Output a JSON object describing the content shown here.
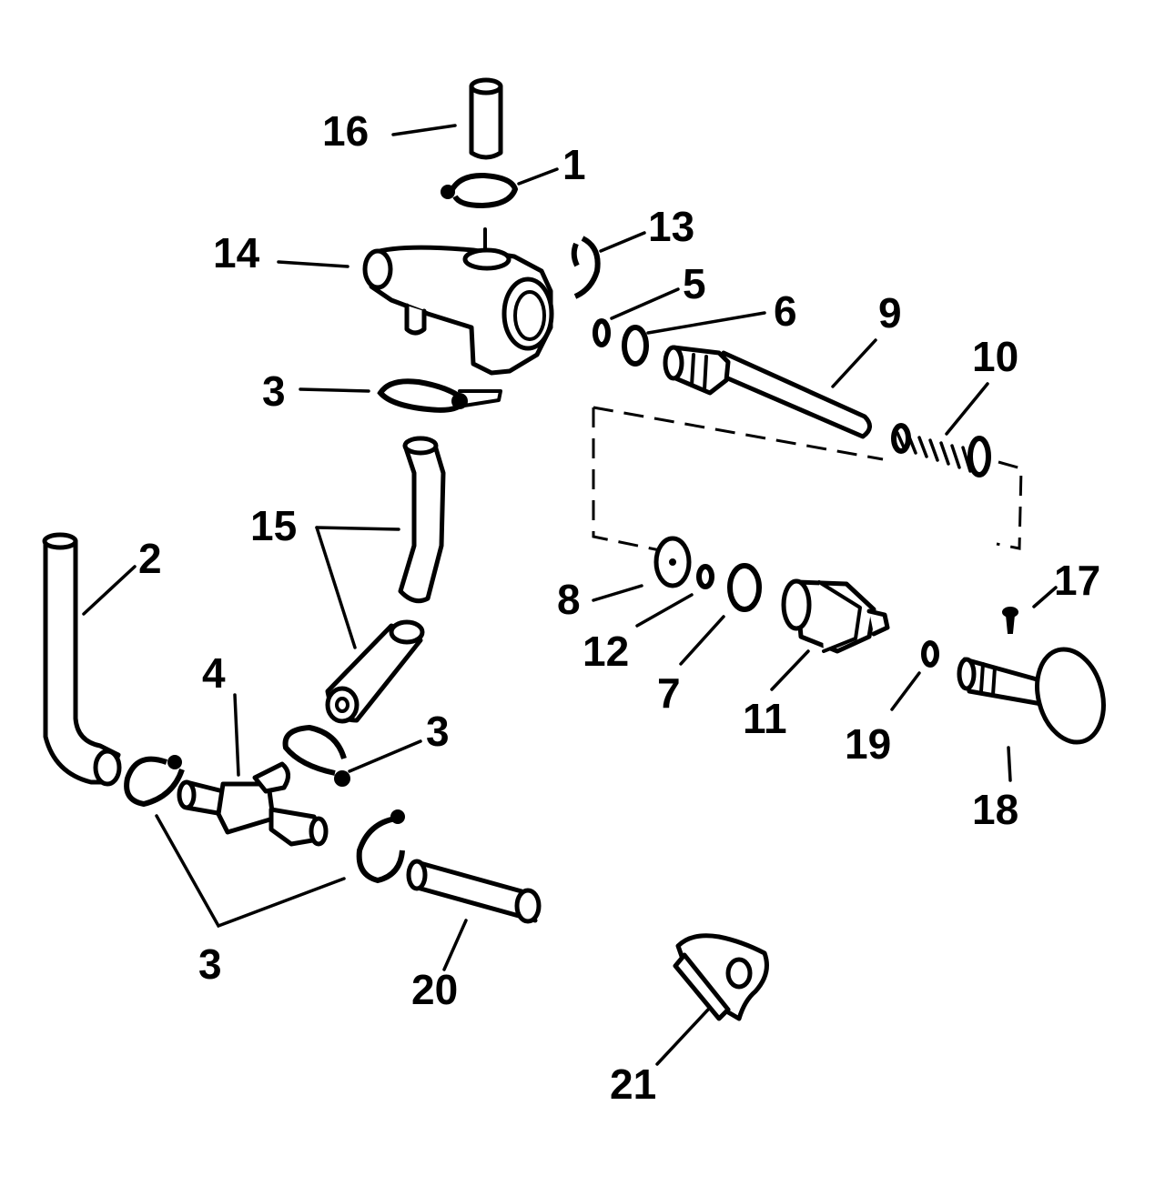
{
  "diagram": {
    "callouts": {
      "c1": "1",
      "c2": "2",
      "c3a": "3",
      "c3b": "3",
      "c3c": "3",
      "c4": "4",
      "c5": "5",
      "c6": "6",
      "c7": "7",
      "c8": "8",
      "c9": "9",
      "c10": "10",
      "c11": "11",
      "c12": "12",
      "c13": "13",
      "c14": "14",
      "c15": "15",
      "c16": "16",
      "c17": "17",
      "c18": "18",
      "c19": "19",
      "c20": "20",
      "c21": "21"
    }
  }
}
